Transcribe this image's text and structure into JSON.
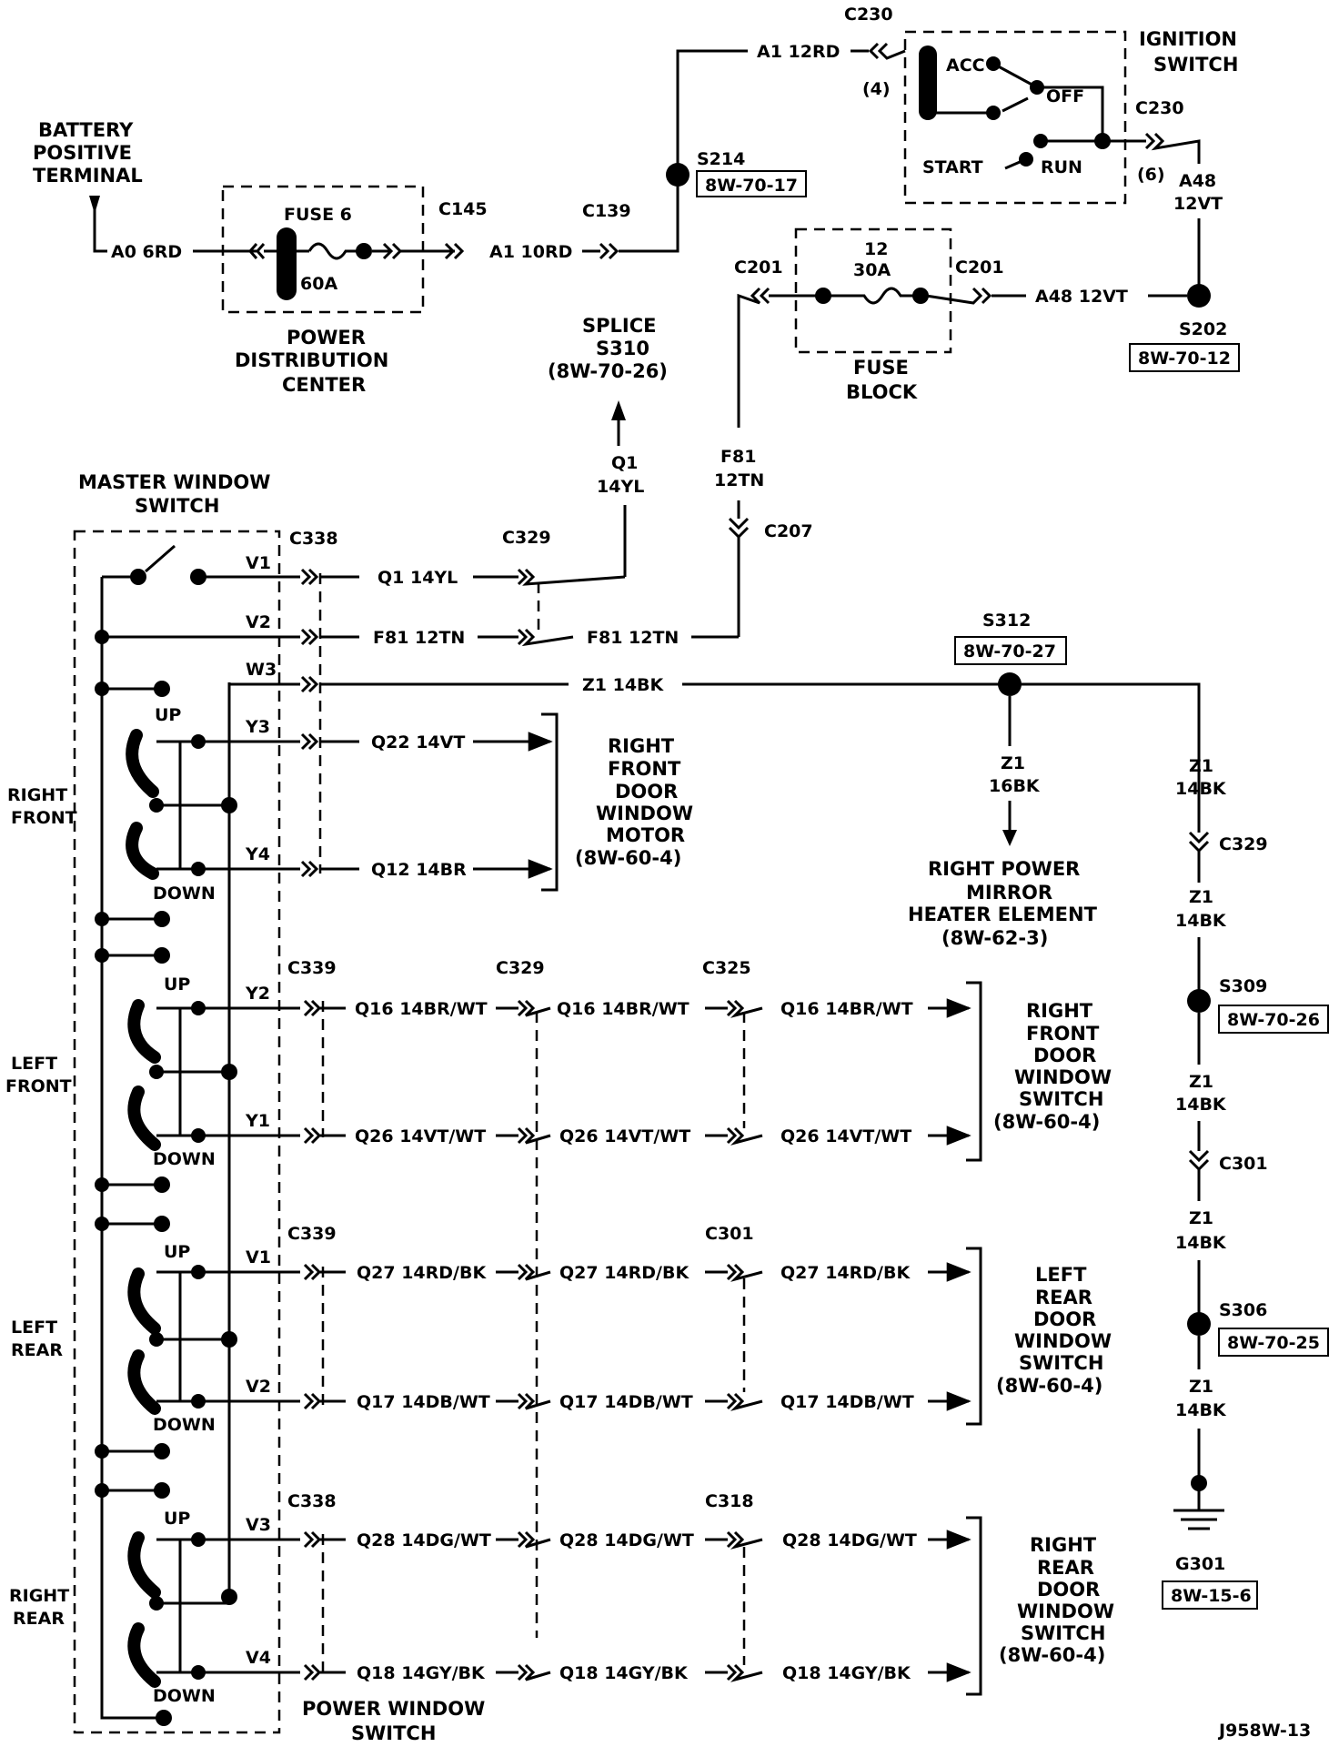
{
  "ignition": {
    "title_l1": "IGNITION",
    "title_l2": "SWITCH",
    "c230": "C230",
    "pin4": "(4)",
    "pin6": "(6)",
    "acc": "ACC",
    "off": "OFF",
    "start": "START",
    "run": "RUN"
  },
  "battery": {
    "l1": "BATTERY",
    "l2": "POSITIVE",
    "l3": "TERMINAL"
  },
  "pdc": {
    "fuse": "FUSE 6",
    "amp": "60A",
    "t1": "POWER",
    "t2": "DISTRIBUTION",
    "t3": "CENTER"
  },
  "wires": {
    "a0": "A0 6RD",
    "a1_10": "A1 10RD",
    "a1_12": "A1 12RD",
    "a48_a": "A48",
    "a48_b": "12VT",
    "a48_fb": "A48 12VT",
    "q1_a": "Q1",
    "q1_b": "14YL",
    "f81_a": "F81",
    "f81_b": "12TN",
    "q1_row": "Q1 14YL",
    "f81_row": "F81 12TN",
    "z1_row": "Z1 14BK",
    "z1_a": "Z1",
    "z1_16": "16BK",
    "z1_14": "14BK",
    "q22": "Q22 14VT",
    "q12": "Q12 14BR",
    "q16": "Q16 14BR/WT",
    "q26": "Q26 14VT/WT",
    "q27": "Q27 14RD/BK",
    "q17": "Q17 14DB/WT",
    "q28": "Q28 14DG/WT",
    "q18": "Q18 14GY/BK"
  },
  "connectors": {
    "c145": "C145",
    "c139": "C139",
    "c201": "C201",
    "c207": "C207",
    "c338": "C338",
    "c329": "C329",
    "c339": "C339",
    "c325": "C325",
    "c301": "C301",
    "c318": "C318"
  },
  "splices": {
    "s214": "S214",
    "s214_ref": "8W-70-17",
    "s202": "S202",
    "s202_ref": "8W-70-12",
    "s310_l1": "SPLICE",
    "s310_l2": "S310",
    "s310_l3": "(8W-70-26)",
    "s312": "S312",
    "s312_ref": "8W-70-27",
    "s309": "S309",
    "s309_ref": "8W-70-26",
    "s306": "S306",
    "s306_ref": "8W-70-25",
    "g301": "G301",
    "g301_ref": "8W-15-6"
  },
  "fuse_block": {
    "num": "12",
    "amp": "30A",
    "t1": "FUSE",
    "t2": "BLOCK"
  },
  "master": {
    "t1": "MASTER WINDOW",
    "t2": "SWITCH",
    "rf1": "RIGHT",
    "rf2": "FRONT",
    "lf1": "LEFT",
    "lf2": "FRONT",
    "lr1": "LEFT",
    "lr2": "REAR",
    "rr1": "RIGHT",
    "rr2": "REAR",
    "up": "UP",
    "down": "DOWN",
    "pws1": "POWER WINDOW",
    "pws2": "SWITCH"
  },
  "pins": {
    "v1": "V1",
    "v2": "V2",
    "w3": "W3",
    "y3": "Y3",
    "y4": "Y4",
    "y2": "Y2",
    "y1": "Y1",
    "v1b": "V1",
    "v2b": "V2",
    "v3": "V3",
    "v4": "V4"
  },
  "rf_motor": {
    "l1": "RIGHT",
    "l2": "FRONT",
    "l3": "DOOR",
    "l4": "WINDOW",
    "l5": "MOTOR",
    "l6": "(8W-60-4)"
  },
  "mirror": {
    "l1": "RIGHT POWER",
    "l2": "MIRROR",
    "l3": "HEATER ELEMENT",
    "l4": "(8W-62-3)"
  },
  "rf_switch": {
    "l1": "RIGHT",
    "l2": "FRONT",
    "l3": "DOOR",
    "l4": "WINDOW",
    "l5": "SWITCH",
    "l6": "(8W-60-4)"
  },
  "lr_switch": {
    "l1": "LEFT",
    "l2": "REAR",
    "l3": "DOOR",
    "l4": "WINDOW",
    "l5": "SWITCH",
    "l6": "(8W-60-4)"
  },
  "rr_switch": {
    "l1": "RIGHT",
    "l2": "REAR",
    "l3": "DOOR",
    "l4": "WINDOW",
    "l5": "SWITCH",
    "l6": "(8W-60-4)"
  },
  "footer": {
    "code": "J958W-13"
  }
}
